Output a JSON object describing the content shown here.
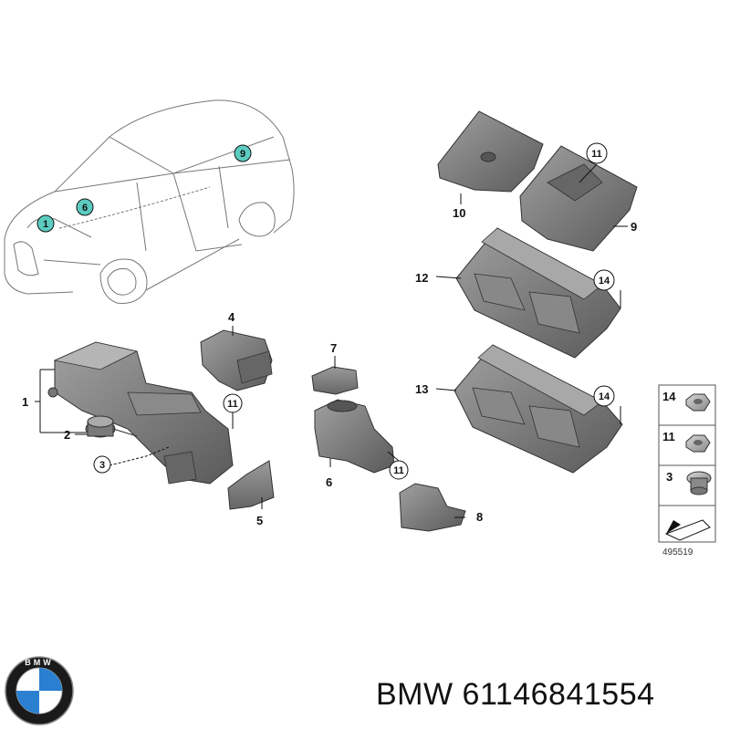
{
  "callouts": {
    "c1": "1",
    "c2": "2",
    "c3": "3",
    "c4": "4",
    "c5": "5",
    "c6": "6",
    "c7": "7",
    "c8": "8",
    "c9": "9",
    "c10": "10",
    "c11": "11",
    "c12": "12",
    "c13": "13",
    "c14": "14"
  },
  "car_markers": {
    "m1": "1",
    "m6": "6",
    "m9": "9"
  },
  "legend": {
    "l14": "14",
    "l11": "11",
    "l3": "3"
  },
  "reference_number": "495519",
  "footer": {
    "brand_part": "BMW 61146841554"
  },
  "logo": {
    "letters": "BMW",
    "colors": {
      "ring": "#1a1a1a",
      "blue": "#2a7fd0",
      "white": "#ffffff"
    }
  },
  "colors": {
    "marker_fill": "#5ccbc0",
    "part_fill": "#7a7a7a",
    "part_light": "#9b9b9b",
    "part_dark": "#555555"
  }
}
